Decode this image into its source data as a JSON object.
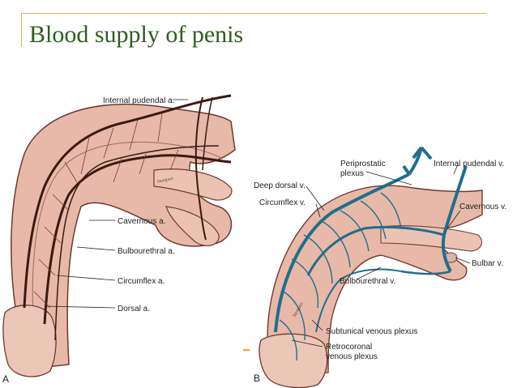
{
  "slide": {
    "title": "Blood supply of penis",
    "accent_color": "#d9b45a",
    "title_color": "#2f5d1f"
  },
  "figure_a": {
    "panel_label": "A",
    "labels": {
      "internal_pudendal": "Internal pudendal a.",
      "cavernous": "Cavernous a.",
      "bulbourethral": "Bulbourethral a.",
      "circumflex": "Circumflex a.",
      "dorsal": "Dorsal a."
    },
    "signature": "Stempen",
    "tissue_color": "#e8b9a8",
    "artery_color": "#3a1a12"
  },
  "figure_b": {
    "panel_label": "B",
    "labels": {
      "periprostatic": [
        "Periprostatic",
        "plexus"
      ],
      "internal_pudendal_v": "Internal pudendal v.",
      "deep_dorsal": "Deep dorsal v.",
      "circumflex_v": "Circumflex v.",
      "cavernous_v": "Cavernous v.",
      "bulbar": "Bulbar v.",
      "bulbourethral_v": "Bulbourethral v.",
      "subtunical": "Subtunical venous plexus",
      "retrocoronal": [
        "Retrocoronal",
        "venous plexus"
      ]
    },
    "signature": "Stempen",
    "tissue_color": "#e8b9a8",
    "vein_color": "#1f6f8b"
  }
}
